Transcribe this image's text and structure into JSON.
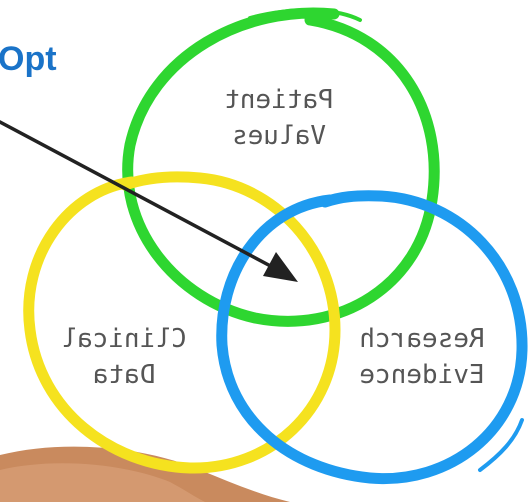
{
  "corner_text": "Opt",
  "circles": {
    "patient": {
      "line1": "Patient",
      "line2": "Values",
      "color": "#2ed630"
    },
    "clinical": {
      "line1": "Clinical",
      "line2": "Data",
      "color": "#f5e21f"
    },
    "research": {
      "line1": "Research",
      "line2": "Evidence",
      "color": "#1e9bf0"
    }
  },
  "colors": {
    "corner_text": "#1a73c8",
    "label_text": "#555555",
    "arrow": "#222222",
    "hand": "#c98a5e"
  }
}
